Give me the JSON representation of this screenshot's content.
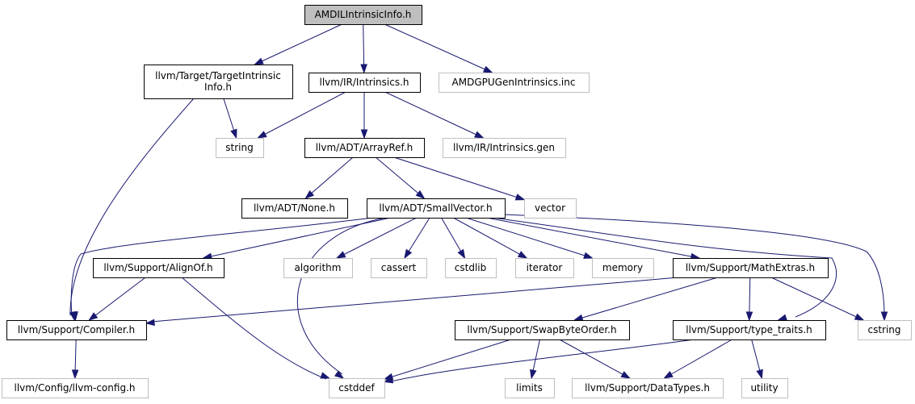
{
  "nodes": {
    "amdil": [
      "AMDILIntrinsicInfo.h"
    ],
    "target_intrinsic": [
      "llvm/Target/TargetIntrinsic",
      "Info.h"
    ],
    "ir_intrinsics": [
      "llvm/IR/Intrinsics.h"
    ],
    "amdgpu_gen": [
      "AMDGPUGenIntrinsics.inc"
    ],
    "string": [
      "string"
    ],
    "arrayref": [
      "llvm/ADT/ArrayRef.h"
    ],
    "intrinsics_gen": [
      "llvm/IR/Intrinsics.gen"
    ],
    "none": [
      "llvm/ADT/None.h"
    ],
    "smallvector": [
      "llvm/ADT/SmallVector.h"
    ],
    "vector": [
      "vector"
    ],
    "alignof": [
      "llvm/Support/AlignOf.h"
    ],
    "algorithm": [
      "algorithm"
    ],
    "cassert": [
      "cassert"
    ],
    "cstdlib": [
      "cstdlib"
    ],
    "iterator": [
      "iterator"
    ],
    "memory": [
      "memory"
    ],
    "mathextras": [
      "llvm/Support/MathExtras.h"
    ],
    "compiler": [
      "llvm/Support/Compiler.h"
    ],
    "swapbyteorder": [
      "llvm/Support/SwapByteOrder.h"
    ],
    "type_traits": [
      "llvm/Support/type_traits.h"
    ],
    "cstring": [
      "cstring"
    ],
    "llvm_config": [
      "llvm/Config/llvm-config.h"
    ],
    "cstddef": [
      "cstddef"
    ],
    "limits": [
      "limits"
    ],
    "datatypes": [
      "llvm/Support/DataTypes.h"
    ],
    "utility": [
      "utility"
    ]
  },
  "edges": [
    [
      "amdil",
      "target_intrinsic"
    ],
    [
      "amdil",
      "ir_intrinsics"
    ],
    [
      "amdil",
      "amdgpu_gen"
    ],
    [
      "target_intrinsic",
      "string"
    ],
    [
      "target_intrinsic",
      "compiler"
    ],
    [
      "ir_intrinsics",
      "string"
    ],
    [
      "ir_intrinsics",
      "arrayref"
    ],
    [
      "ir_intrinsics",
      "intrinsics_gen"
    ],
    [
      "arrayref",
      "none"
    ],
    [
      "arrayref",
      "smallvector"
    ],
    [
      "arrayref",
      "vector"
    ],
    [
      "smallvector",
      "compiler"
    ],
    [
      "smallvector",
      "alignof"
    ],
    [
      "smallvector",
      "cstddef"
    ],
    [
      "smallvector",
      "algorithm"
    ],
    [
      "smallvector",
      "cassert"
    ],
    [
      "smallvector",
      "cstdlib"
    ],
    [
      "smallvector",
      "iterator"
    ],
    [
      "smallvector",
      "memory"
    ],
    [
      "smallvector",
      "mathextras"
    ],
    [
      "smallvector",
      "type_traits"
    ],
    [
      "smallvector",
      "cstring"
    ],
    [
      "alignof",
      "compiler"
    ],
    [
      "alignof",
      "cstddef"
    ],
    [
      "mathextras",
      "compiler"
    ],
    [
      "mathextras",
      "swapbyteorder"
    ],
    [
      "mathextras",
      "type_traits"
    ],
    [
      "mathextras",
      "cstring"
    ],
    [
      "compiler",
      "llvm_config"
    ],
    [
      "swapbyteorder",
      "cstddef"
    ],
    [
      "swapbyteorder",
      "limits"
    ],
    [
      "swapbyteorder",
      "datatypes"
    ],
    [
      "type_traits",
      "cstddef"
    ],
    [
      "type_traits",
      "datatypes"
    ],
    [
      "type_traits",
      "utility"
    ]
  ],
  "colors": {
    "edge": "#191970",
    "root_fill": "#bfbfbf",
    "internal_border": "#000000",
    "external_border": "#bfbfbf"
  }
}
